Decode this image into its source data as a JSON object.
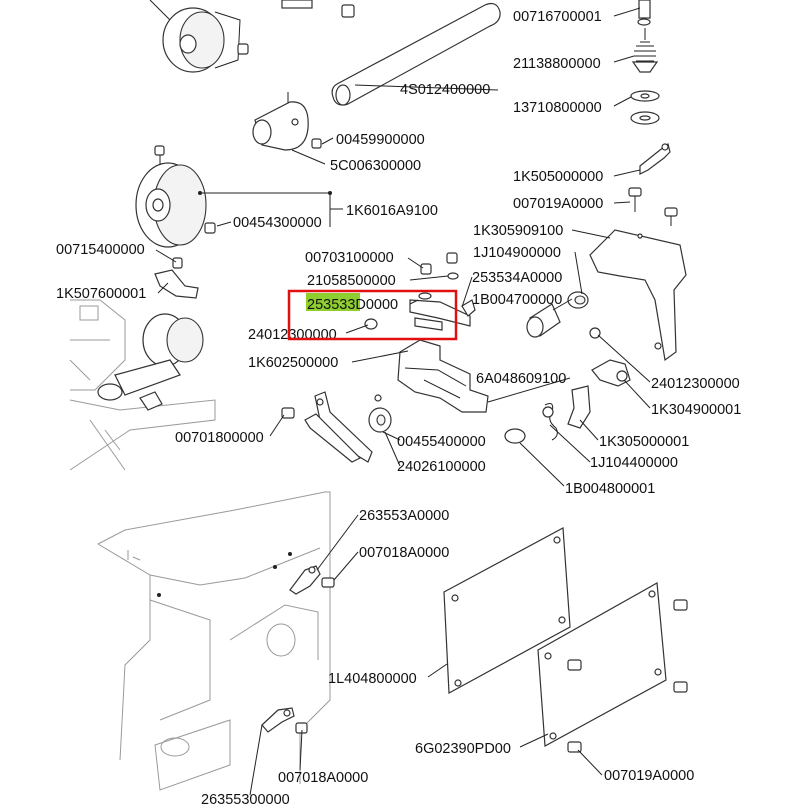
{
  "diagram": {
    "labels": {
      "p00716700001": "00716700001",
      "p21138800000": "21138800000",
      "p4S012400000": "4S012400000",
      "p13710800000": "13710800000",
      "p00459900000": "00459900000",
      "p5C006300000": "5C006300000",
      "p1K505000000": "1K505000000",
      "p1K6016A9100": "1K6016A9100",
      "p00454300000": "00454300000",
      "p007019A0000a": "007019A0000",
      "p1K305909100": "1K305909100",
      "p00715400000": "00715400000",
      "p1J104900000": "1J104900000",
      "p00703100000": "00703100000",
      "p253534A0000": "253534A0000",
      "p21058500000": "21058500000",
      "p1K507600001": "1K507600001",
      "p1B004700000": "1B004700000",
      "p253533_hl": "253533",
      "p253533_rest": "D0000",
      "p24012300000a": "24012300000",
      "p1K602500000": "1K602500000",
      "p6A048609100": "6A048609100",
      "p24012300000b": "24012300000",
      "p1K304900001": "1K304900001",
      "p00701800000": "00701800000",
      "p00455400000": "00455400000",
      "p1K305000001": "1K305000001",
      "p24026100000": "24026100000",
      "p1J104400000": "1J104400000",
      "p1B004800001": "1B004800001",
      "p263553A0000": "263553A0000",
      "p007018A0000a": "007018A0000",
      "p1L404800000": "1L404800000",
      "p6G02390PD00": "6G02390PD00",
      "p007019A0000b": "007019A0000",
      "p007018A0000b": "007018A0000",
      "p26355300000": "26355300000"
    },
    "highlight_color": "#8fce2f",
    "callout_color": "#e01010"
  }
}
